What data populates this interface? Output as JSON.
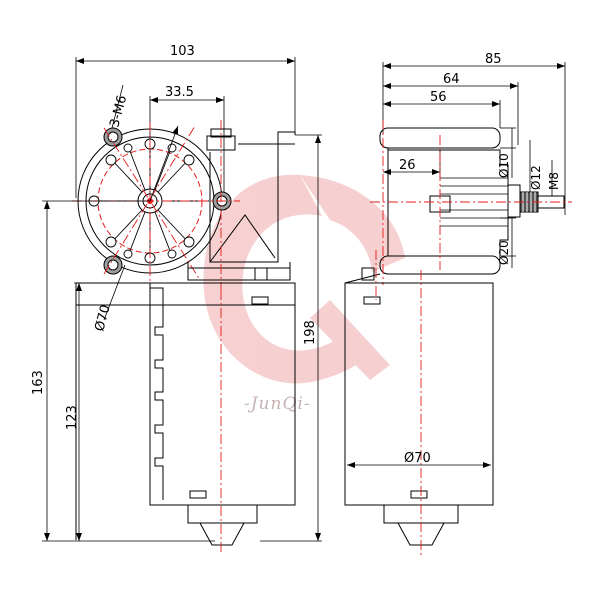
{
  "dimensions": {
    "width_front": "103",
    "hole_spacing": "33.5",
    "holes": "3-M6",
    "flange_dia": "Ø70",
    "height_total": "163",
    "height_body": "123",
    "height_198": "198",
    "width_side": "85",
    "d64": "64",
    "d56": "56",
    "d26": "26",
    "d10": "Ø10",
    "d12": "Ø12",
    "thread": "M8",
    "d20": "Ø20",
    "motor_dia": "Ø70"
  },
  "watermark": {
    "text": "-JunQi-",
    "color": "#e5a0a0"
  },
  "colors": {
    "centerline": "#e31b1b",
    "lines": "#000000"
  }
}
